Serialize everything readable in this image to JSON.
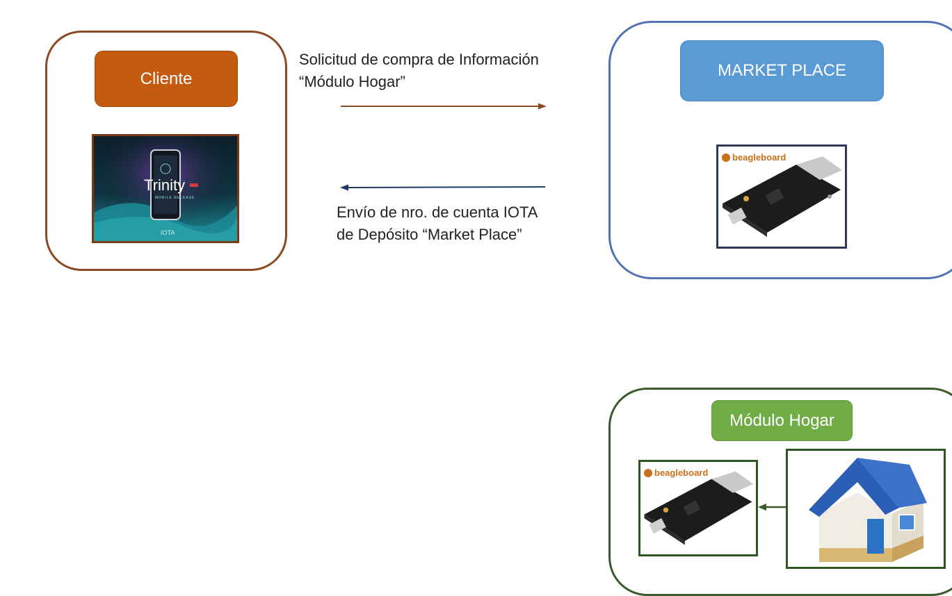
{
  "cliente": {
    "label": "Cliente",
    "app_image": {
      "title": "Trinity",
      "subtitle": "MOBILE RELEASE",
      "brand": "IOTA"
    }
  },
  "request": {
    "line1": "Solicitud de compra de  Información",
    "line2": "“Módulo Hogar”"
  },
  "reply": {
    "line1": "Envío de nro. de cuenta IOTA",
    "line2": "de Depósito “Market Place”"
  },
  "market": {
    "label": "MARKET PLACE",
    "board_logo": "beagleboard"
  },
  "hogar": {
    "label": "Módulo Hogar",
    "board_logo": "beagleboard"
  },
  "colors": {
    "cliente_accent": "#C55A11",
    "market_accent": "#5B9BD5",
    "hogar_accent": "#70AD47",
    "request_arrow": "#8B4A22",
    "reply_arrow": "#1F3864",
    "hogar_arrow": "#3a5a2c"
  },
  "icons": [
    "trinity-wallet-image",
    "beagleboard-image",
    "house-icon"
  ]
}
